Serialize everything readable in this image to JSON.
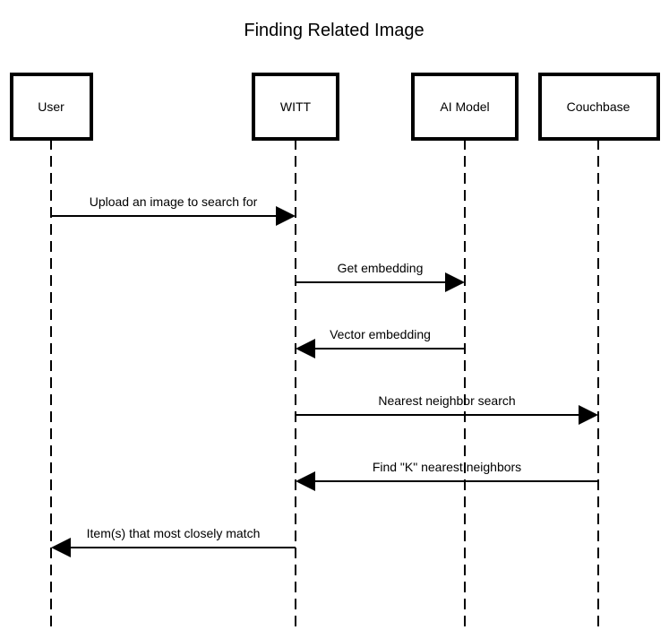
{
  "title": "Finding Related Image",
  "actors": [
    {
      "id": "user",
      "label": "User"
    },
    {
      "id": "witt",
      "label": "WITT"
    },
    {
      "id": "ai",
      "label": "AI Model"
    },
    {
      "id": "couchbase",
      "label": "Couchbase"
    }
  ],
  "messages": [
    {
      "from": "user",
      "to": "witt",
      "label": "Upload an image to search for"
    },
    {
      "from": "witt",
      "to": "ai",
      "label": "Get embedding"
    },
    {
      "from": "ai",
      "to": "witt",
      "label": "Vector embedding"
    },
    {
      "from": "witt",
      "to": "couchbase",
      "label": "Nearest neighbor search"
    },
    {
      "from": "couchbase",
      "to": "witt",
      "label": "Find \"K\" nearest neighbors"
    },
    {
      "from": "witt",
      "to": "user",
      "label": "Item(s) that most closely match"
    }
  ]
}
